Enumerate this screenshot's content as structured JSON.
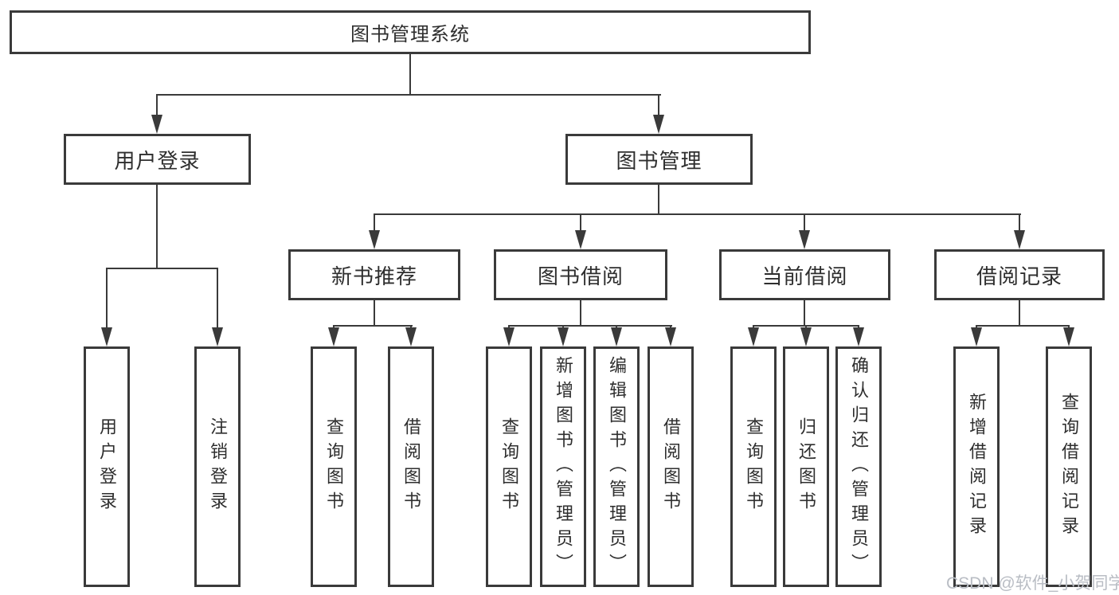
{
  "title": {
    "label": "图书管理系统"
  },
  "level2": [
    {
      "label": "用户登录"
    },
    {
      "label": "图书管理"
    }
  ],
  "level3": [
    {
      "label": "新书推荐"
    },
    {
      "label": "图书借阅"
    },
    {
      "label": "当前借阅"
    },
    {
      "label": "借阅记录"
    }
  ],
  "leaves": [
    {
      "label": "用户登录"
    },
    {
      "label": "注销登录"
    },
    {
      "label": "查询图书"
    },
    {
      "label": "借阅图书"
    },
    {
      "label": "查询图书"
    },
    {
      "label": "新增图书（管理员）"
    },
    {
      "label": "编辑图书（管理员）"
    },
    {
      "label": "借阅图书"
    },
    {
      "label": "查询图书"
    },
    {
      "label": "归还图书"
    },
    {
      "label": "确认归还（管理员）"
    },
    {
      "label": "新增借阅记录"
    },
    {
      "label": "查询借阅记录"
    }
  ],
  "watermark": {
    "text": "CSDN @软件_小贺同学"
  },
  "colors": {
    "line": "#3a3a3a",
    "text": "#2e2e2e",
    "background": "#ffffff",
    "watermark": "#b9bdc4"
  }
}
